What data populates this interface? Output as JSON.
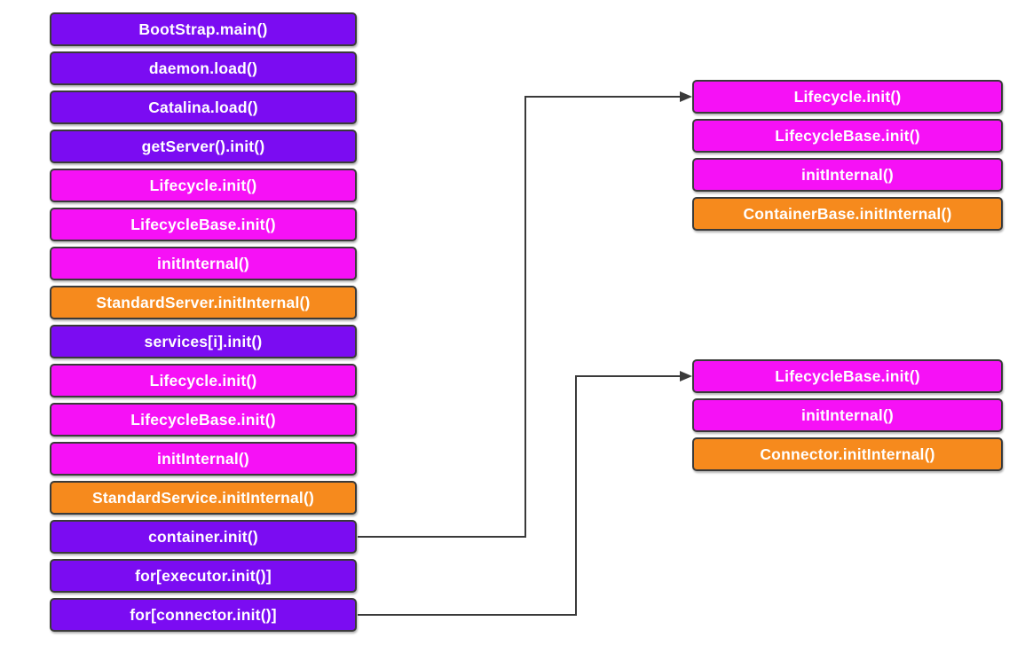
{
  "colors": {
    "purple": "#7b0cf2",
    "magenta": "#f611f6",
    "orange": "#f68a1d",
    "border": "#3a3a3a",
    "connector": "#3a3a3a",
    "text": "#ffffff",
    "background": "#ffffff"
  },
  "left_column": {
    "items": [
      {
        "label": "BootStrap.main()",
        "color": "purple"
      },
      {
        "label": "daemon.load()",
        "color": "purple"
      },
      {
        "label": "Catalina.load()",
        "color": "purple"
      },
      {
        "label": "getServer().init()",
        "color": "purple"
      },
      {
        "label": "Lifecycle.init()",
        "color": "magenta"
      },
      {
        "label": "LifecycleBase.init()",
        "color": "magenta"
      },
      {
        "label": "initInternal()",
        "color": "magenta"
      },
      {
        "label": "StandardServer.initInternal()",
        "color": "orange"
      },
      {
        "label": "services[i].init()",
        "color": "purple"
      },
      {
        "label": "Lifecycle.init()",
        "color": "magenta"
      },
      {
        "label": "LifecycleBase.init()",
        "color": "magenta"
      },
      {
        "label": "initInternal()",
        "color": "magenta"
      },
      {
        "label": "StandardService.initInternal()",
        "color": "orange"
      },
      {
        "label": "container.init()",
        "color": "purple"
      },
      {
        "label": "for[executor.init()]",
        "color": "purple"
      },
      {
        "label": "for[connector.init()]",
        "color": "purple"
      }
    ]
  },
  "right_top_group": {
    "items": [
      {
        "label": "Lifecycle.init()",
        "color": "magenta"
      },
      {
        "label": "LifecycleBase.init()",
        "color": "magenta"
      },
      {
        "label": "initInternal()",
        "color": "magenta"
      },
      {
        "label": "ContainerBase.initInternal()",
        "color": "orange"
      }
    ]
  },
  "right_bottom_group": {
    "items": [
      {
        "label": "LifecycleBase.init()",
        "color": "magenta"
      },
      {
        "label": "initInternal()",
        "color": "magenta"
      },
      {
        "label": "Connector.initInternal()",
        "color": "orange"
      }
    ]
  },
  "connectors": [
    {
      "from": "container.init()",
      "to": "Lifecycle.init()"
    },
    {
      "from": "for[connector.init()]",
      "to": "LifecycleBase.init()"
    }
  ]
}
